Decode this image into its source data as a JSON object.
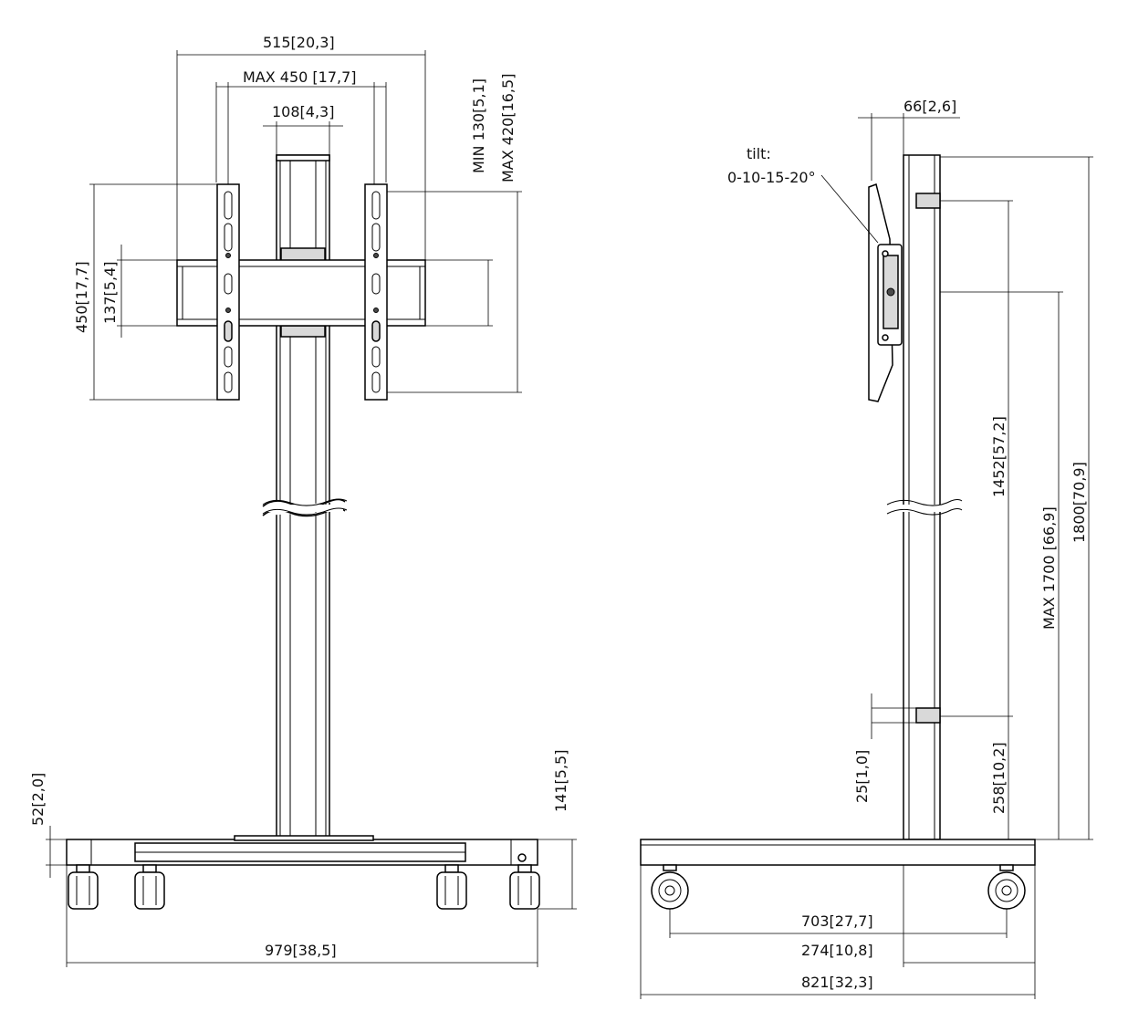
{
  "front_view": {
    "width_outer": "515[20,3]",
    "width_max": "MAX 450 [17,7]",
    "width_column": "108[4,3]",
    "height_max_bracket": "MAX 420[16,5]",
    "height_min_bracket": "MIN 130[5,1]",
    "height_450": "450[17,7]",
    "height_137": "137[5,4]",
    "base_52": "52[2,0]",
    "base_141": "141[5,5]",
    "base_width": "979[38,5]"
  },
  "side_view": {
    "depth_66": "66[2,6]",
    "tilt_label": "tilt:",
    "tilt_values": "0-10-15-20°",
    "height_1452": "1452[57,2]",
    "height_max_1700": "MAX 1700 [66,9]",
    "height_1800": "1800[70,9]",
    "height_25": "25[1,0]",
    "height_258": "258[10,2]",
    "depth_703": "703[27,7]",
    "depth_274": "274[10,8]",
    "depth_821": "821[32,3]"
  }
}
